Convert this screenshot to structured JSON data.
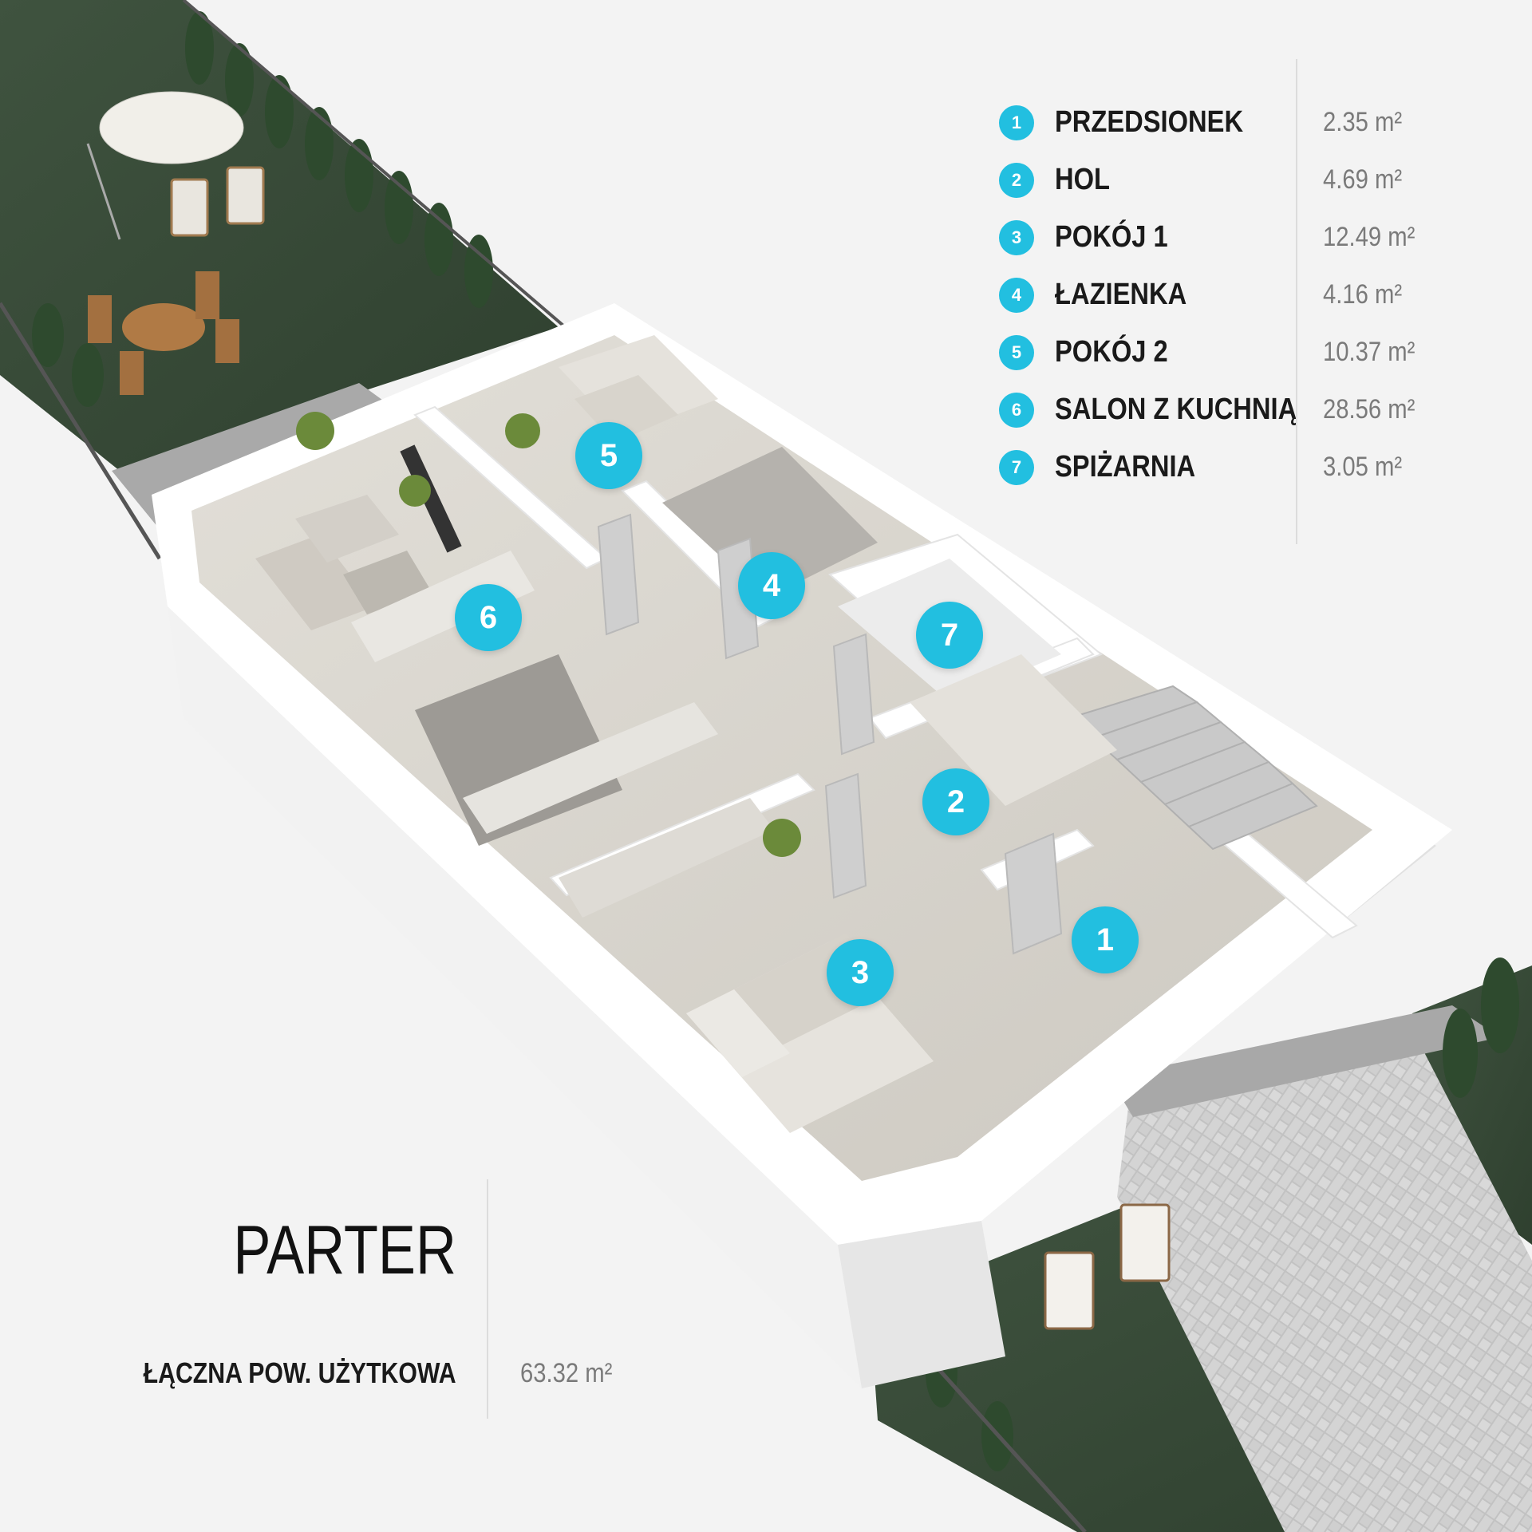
{
  "legend": {
    "rooms": [
      {
        "num": "1",
        "name": "PRZEDSIONEK",
        "area": "2.35 m²"
      },
      {
        "num": "2",
        "name": "HOL",
        "area": "4.69 m²"
      },
      {
        "num": "3",
        "name": "POKÓJ 1",
        "area": "12.49 m²"
      },
      {
        "num": "4",
        "name": "ŁAZIENKA",
        "area": "4.16 m²"
      },
      {
        "num": "5",
        "name": "POKÓJ 2",
        "area": "10.37 m²"
      },
      {
        "num": "6",
        "name": "SALON Z KUCHNIĄ",
        "area": "28.56 m²"
      },
      {
        "num": "7",
        "name": "SPIŻARNIA",
        "area": "3.05 m²"
      }
    ]
  },
  "plan": {
    "markers": [
      "1",
      "2",
      "3",
      "4",
      "5",
      "6",
      "7"
    ],
    "colors": {
      "marker": "#22bfe0",
      "lawn": "#3c4f3c",
      "wall": "#ffffff",
      "floor": "#d6d3cc",
      "paving": "#b9b9b9"
    }
  },
  "summary": {
    "floor_title": "PARTER",
    "total_label": "ŁĄCZNA POW. UŻYTKOWA",
    "total_area": "63.32 m²"
  }
}
